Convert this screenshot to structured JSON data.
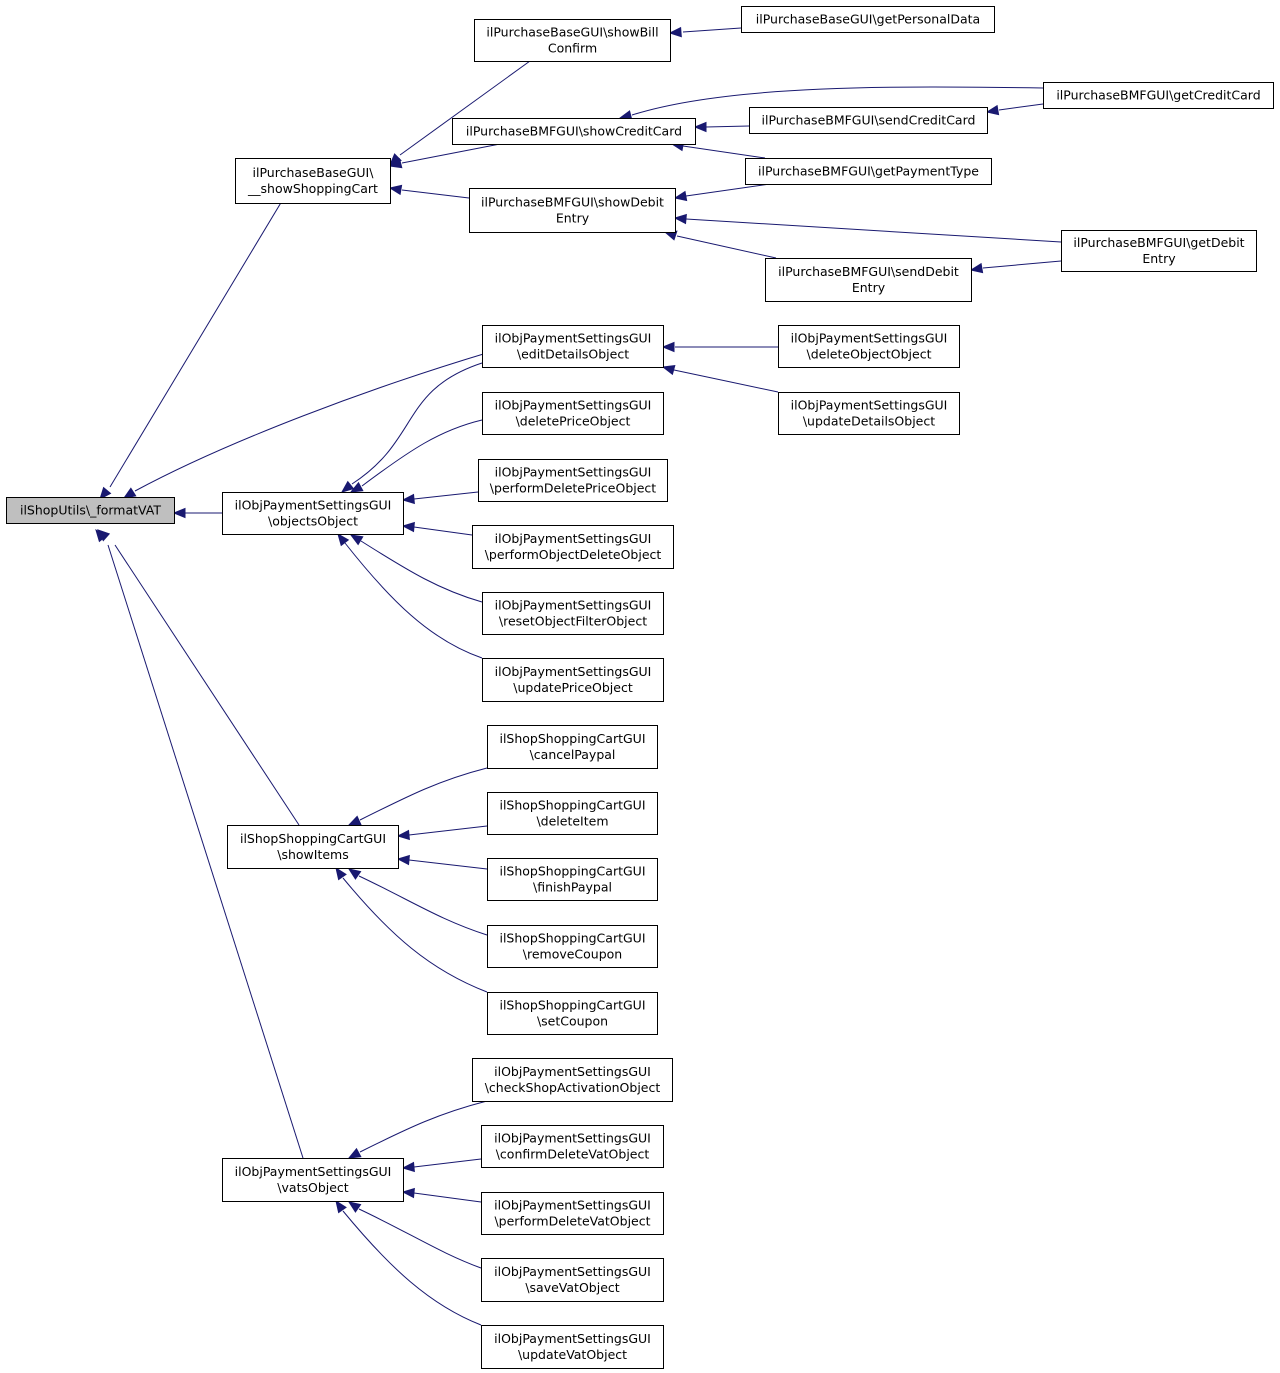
{
  "nodes": [
    {
      "id": "root",
      "lines": [
        "ilShopUtils\\_formatVAT"
      ],
      "root": true
    },
    {
      "id": "pb_showShoppingCart",
      "lines": [
        "ilPurchaseBaseGUI\\",
        "__showShoppingCart"
      ]
    },
    {
      "id": "pb_showBillConfirm",
      "lines": [
        "ilPurchaseBaseGUI\\showBill",
        "Confirm"
      ]
    },
    {
      "id": "pb_getPersonalData",
      "lines": [
        "ilPurchaseBaseGUI\\getPersonalData"
      ]
    },
    {
      "id": "bmf_showCreditCard",
      "lines": [
        "ilPurchaseBMFGUI\\showCreditCard"
      ]
    },
    {
      "id": "bmf_sendCreditCard",
      "lines": [
        "ilPurchaseBMFGUI\\sendCreditCard"
      ]
    },
    {
      "id": "bmf_getCreditCard",
      "lines": [
        "ilPurchaseBMFGUI\\getCreditCard"
      ]
    },
    {
      "id": "bmf_getPaymentType",
      "lines": [
        "ilPurchaseBMFGUI\\getPaymentType"
      ]
    },
    {
      "id": "bmf_showDebitEntry",
      "lines": [
        "ilPurchaseBMFGUI\\showDebit",
        "Entry"
      ]
    },
    {
      "id": "bmf_sendDebitEntry",
      "lines": [
        "ilPurchaseBMFGUI\\sendDebit",
        "Entry"
      ]
    },
    {
      "id": "bmf_getDebitEntry",
      "lines": [
        "ilPurchaseBMFGUI\\getDebit",
        "Entry"
      ]
    },
    {
      "id": "ps_editDetailsObject",
      "lines": [
        "ilObjPaymentSettingsGUI",
        "\\editDetailsObject"
      ]
    },
    {
      "id": "ps_deleteObjectObject",
      "lines": [
        "ilObjPaymentSettingsGUI",
        "\\deleteObjectObject"
      ]
    },
    {
      "id": "ps_updateDetailsObject",
      "lines": [
        "ilObjPaymentSettingsGUI",
        "\\updateDetailsObject"
      ]
    },
    {
      "id": "ps_deletePriceObject",
      "lines": [
        "ilObjPaymentSettingsGUI",
        "\\deletePriceObject"
      ]
    },
    {
      "id": "ps_objectsObject",
      "lines": [
        "ilObjPaymentSettingsGUI",
        "\\objectsObject"
      ]
    },
    {
      "id": "ps_performDeletePriceObject",
      "lines": [
        "ilObjPaymentSettingsGUI",
        "\\performDeletePriceObject"
      ]
    },
    {
      "id": "ps_performObjectDeleteObject",
      "lines": [
        "ilObjPaymentSettingsGUI",
        "\\performObjectDeleteObject"
      ]
    },
    {
      "id": "ps_resetObjectFilterObject",
      "lines": [
        "ilObjPaymentSettingsGUI",
        "\\resetObjectFilterObject"
      ]
    },
    {
      "id": "ps_updatePriceObject",
      "lines": [
        "ilObjPaymentSettingsGUI",
        "\\updatePriceObject"
      ]
    },
    {
      "id": "sc_cancelPaypal",
      "lines": [
        "ilShopShoppingCartGUI",
        "\\cancelPaypal"
      ]
    },
    {
      "id": "sc_deleteItem",
      "lines": [
        "ilShopShoppingCartGUI",
        "\\deleteItem"
      ]
    },
    {
      "id": "sc_showItems",
      "lines": [
        "ilShopShoppingCartGUI",
        "\\showItems"
      ]
    },
    {
      "id": "sc_finishPaypal",
      "lines": [
        "ilShopShoppingCartGUI",
        "\\finishPaypal"
      ]
    },
    {
      "id": "sc_removeCoupon",
      "lines": [
        "ilShopShoppingCartGUI",
        "\\removeCoupon"
      ]
    },
    {
      "id": "sc_setCoupon",
      "lines": [
        "ilShopShoppingCartGUI",
        "\\setCoupon"
      ]
    },
    {
      "id": "ps_checkShopActivationObject",
      "lines": [
        "ilObjPaymentSettingsGUI",
        "\\checkShopActivationObject"
      ]
    },
    {
      "id": "ps_confirmDeleteVatObject",
      "lines": [
        "ilObjPaymentSettingsGUI",
        "\\confirmDeleteVatObject"
      ]
    },
    {
      "id": "ps_vatsObject",
      "lines": [
        "ilObjPaymentSettingsGUI",
        "\\vatsObject"
      ]
    },
    {
      "id": "ps_performDeleteVatObject",
      "lines": [
        "ilObjPaymentSettingsGUI",
        "\\performDeleteVatObject"
      ]
    },
    {
      "id": "ps_saveVatObject",
      "lines": [
        "ilObjPaymentSettingsGUI",
        "\\saveVatObject"
      ]
    },
    {
      "id": "ps_updateVatObject",
      "lines": [
        "ilObjPaymentSettingsGUI",
        "\\updateVatObject"
      ]
    }
  ],
  "edges": [
    {
      "from": "pb_showShoppingCart",
      "to": "root"
    },
    {
      "from": "ps_editDetailsObject",
      "to": "root"
    },
    {
      "from": "ps_objectsObject",
      "to": "root"
    },
    {
      "from": "sc_showItems",
      "to": "root"
    },
    {
      "from": "ps_vatsObject",
      "to": "root"
    },
    {
      "from": "pb_showBillConfirm",
      "to": "pb_showShoppingCart"
    },
    {
      "from": "bmf_showCreditCard",
      "to": "pb_showShoppingCart"
    },
    {
      "from": "bmf_showDebitEntry",
      "to": "pb_showShoppingCart"
    },
    {
      "from": "pb_getPersonalData",
      "to": "pb_showBillConfirm"
    },
    {
      "from": "bmf_getCreditCard",
      "to": "bmf_showCreditCard"
    },
    {
      "from": "bmf_sendCreditCard",
      "to": "bmf_showCreditCard"
    },
    {
      "from": "bmf_getPaymentType",
      "to": "bmf_showCreditCard"
    },
    {
      "from": "bmf_getCreditCard",
      "to": "bmf_sendCreditCard"
    },
    {
      "from": "bmf_getPaymentType",
      "to": "bmf_showDebitEntry"
    },
    {
      "from": "bmf_getDebitEntry",
      "to": "bmf_showDebitEntry"
    },
    {
      "from": "bmf_sendDebitEntry",
      "to": "bmf_showDebitEntry"
    },
    {
      "from": "bmf_getDebitEntry",
      "to": "bmf_sendDebitEntry"
    },
    {
      "from": "ps_deleteObjectObject",
      "to": "ps_editDetailsObject"
    },
    {
      "from": "ps_updateDetailsObject",
      "to": "ps_editDetailsObject"
    },
    {
      "from": "ps_editDetailsObject",
      "to": "ps_objectsObject"
    },
    {
      "from": "ps_deletePriceObject",
      "to": "ps_objectsObject"
    },
    {
      "from": "ps_performDeletePriceObject",
      "to": "ps_objectsObject"
    },
    {
      "from": "ps_performObjectDeleteObject",
      "to": "ps_objectsObject"
    },
    {
      "from": "ps_resetObjectFilterObject",
      "to": "ps_objectsObject"
    },
    {
      "from": "ps_updatePriceObject",
      "to": "ps_objectsObject"
    },
    {
      "from": "sc_cancelPaypal",
      "to": "sc_showItems"
    },
    {
      "from": "sc_deleteItem",
      "to": "sc_showItems"
    },
    {
      "from": "sc_finishPaypal",
      "to": "sc_showItems"
    },
    {
      "from": "sc_removeCoupon",
      "to": "sc_showItems"
    },
    {
      "from": "sc_setCoupon",
      "to": "sc_showItems"
    },
    {
      "from": "ps_checkShopActivationObject",
      "to": "ps_vatsObject"
    },
    {
      "from": "ps_confirmDeleteVatObject",
      "to": "ps_vatsObject"
    },
    {
      "from": "ps_performDeleteVatObject",
      "to": "ps_vatsObject"
    },
    {
      "from": "ps_saveVatObject",
      "to": "ps_vatsObject"
    },
    {
      "from": "ps_updateVatObject",
      "to": "ps_vatsObject"
    }
  ]
}
